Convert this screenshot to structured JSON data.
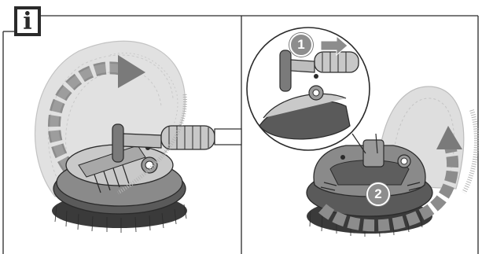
{
  "info_icon": {
    "glyph": "i",
    "name": "info-icon"
  },
  "steps": [
    {
      "number": "1",
      "name": "step-1-marker"
    },
    {
      "number": "2",
      "name": "step-2-marker"
    }
  ],
  "colors": {
    "line": "#2a2a2a",
    "ghost": "#cfcfcf",
    "dash": "#8c8c8c",
    "brush_body": "#5a5a5a",
    "bristles": "#3a3a3a",
    "marker": "#8d8d8d"
  }
}
